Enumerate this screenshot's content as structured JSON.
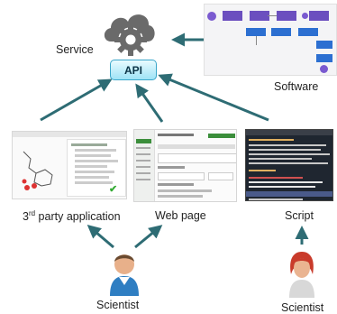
{
  "service": {
    "label": "Service",
    "api_label": "API"
  },
  "software": {
    "label": "Software"
  },
  "clients": {
    "third_party": {
      "label_prefix": "3",
      "label_sup": "rd",
      "label_rest": " party application"
    },
    "web_page": {
      "label": "Web page"
    },
    "script": {
      "label": "Script"
    }
  },
  "users": {
    "left": {
      "label": "Scientist"
    },
    "right": {
      "label": "Scientist"
    }
  },
  "colors": {
    "arrow": "#2e6c74",
    "api_border": "#3aa6c9",
    "cloud": "#6a6a6a"
  }
}
